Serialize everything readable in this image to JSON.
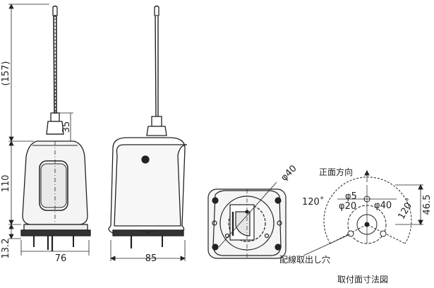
{
  "dimensions": {
    "antenna_height": "(157)",
    "antenna_base": "35",
    "body_height": "110",
    "base_height": "13.2",
    "front_width": "76",
    "side_width": "85",
    "phi40_bottom": "φ40",
    "angle_left": "120˚",
    "angle_right": "120˚",
    "phi5": "φ5",
    "phi20": "φ20",
    "phi40_mount": "φ40",
    "offset_46_5": "46.5"
  },
  "labels": {
    "front_direction": "正面方向",
    "wiring_hole": "配線取出し穴",
    "mounting_drawing": "取付面寸法図"
  }
}
